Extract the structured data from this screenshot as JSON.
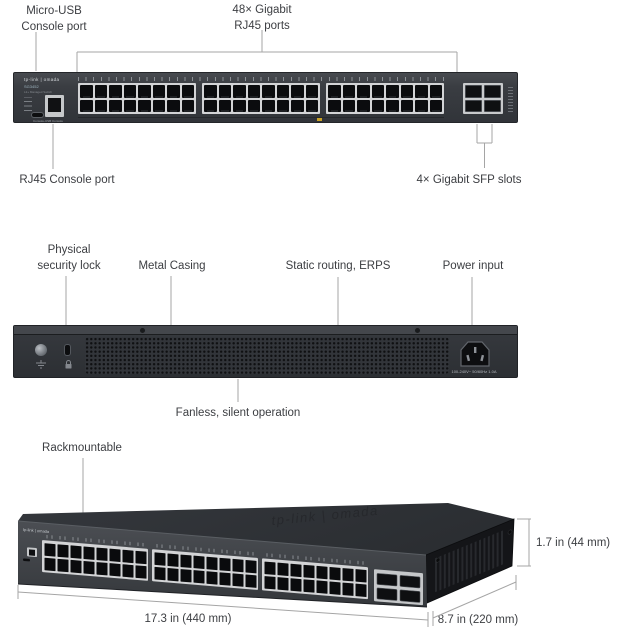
{
  "front_section": {
    "label_micro_usb": [
      "Micro-USB",
      "Console port"
    ],
    "label_rj45": [
      "48× Gigabit",
      "RJ45 ports"
    ],
    "label_console": "RJ45 Console port",
    "label_sfp": "4× Gigabit SFP slots",
    "device": {
      "logo": "tp-link | omada",
      "model": "SG3452",
      "desc": "L2+ Managed Switch",
      "console_caption": "Console-USB   Console"
    }
  },
  "rear_section": {
    "label_lock": [
      "Physical",
      "security lock"
    ],
    "label_casing": "Metal Casing",
    "label_routing": "Static routing, ERPS",
    "label_power": "Power input",
    "label_fanless": "Fanless, silent operation",
    "power_rating": "100-240V~ 50/60Hz 1.0A"
  },
  "iso_section": {
    "label_rack": "Rackmountable",
    "dim_width": "17.3 in (440 mm)",
    "dim_depth": "8.7 in (220 mm)",
    "dim_height": "1.7 in (44 mm)",
    "top_logo": "tp-link | omada"
  },
  "layout_counts": {
    "groups": 3,
    "cols": 8,
    "rows": 2,
    "sfp": 4
  }
}
